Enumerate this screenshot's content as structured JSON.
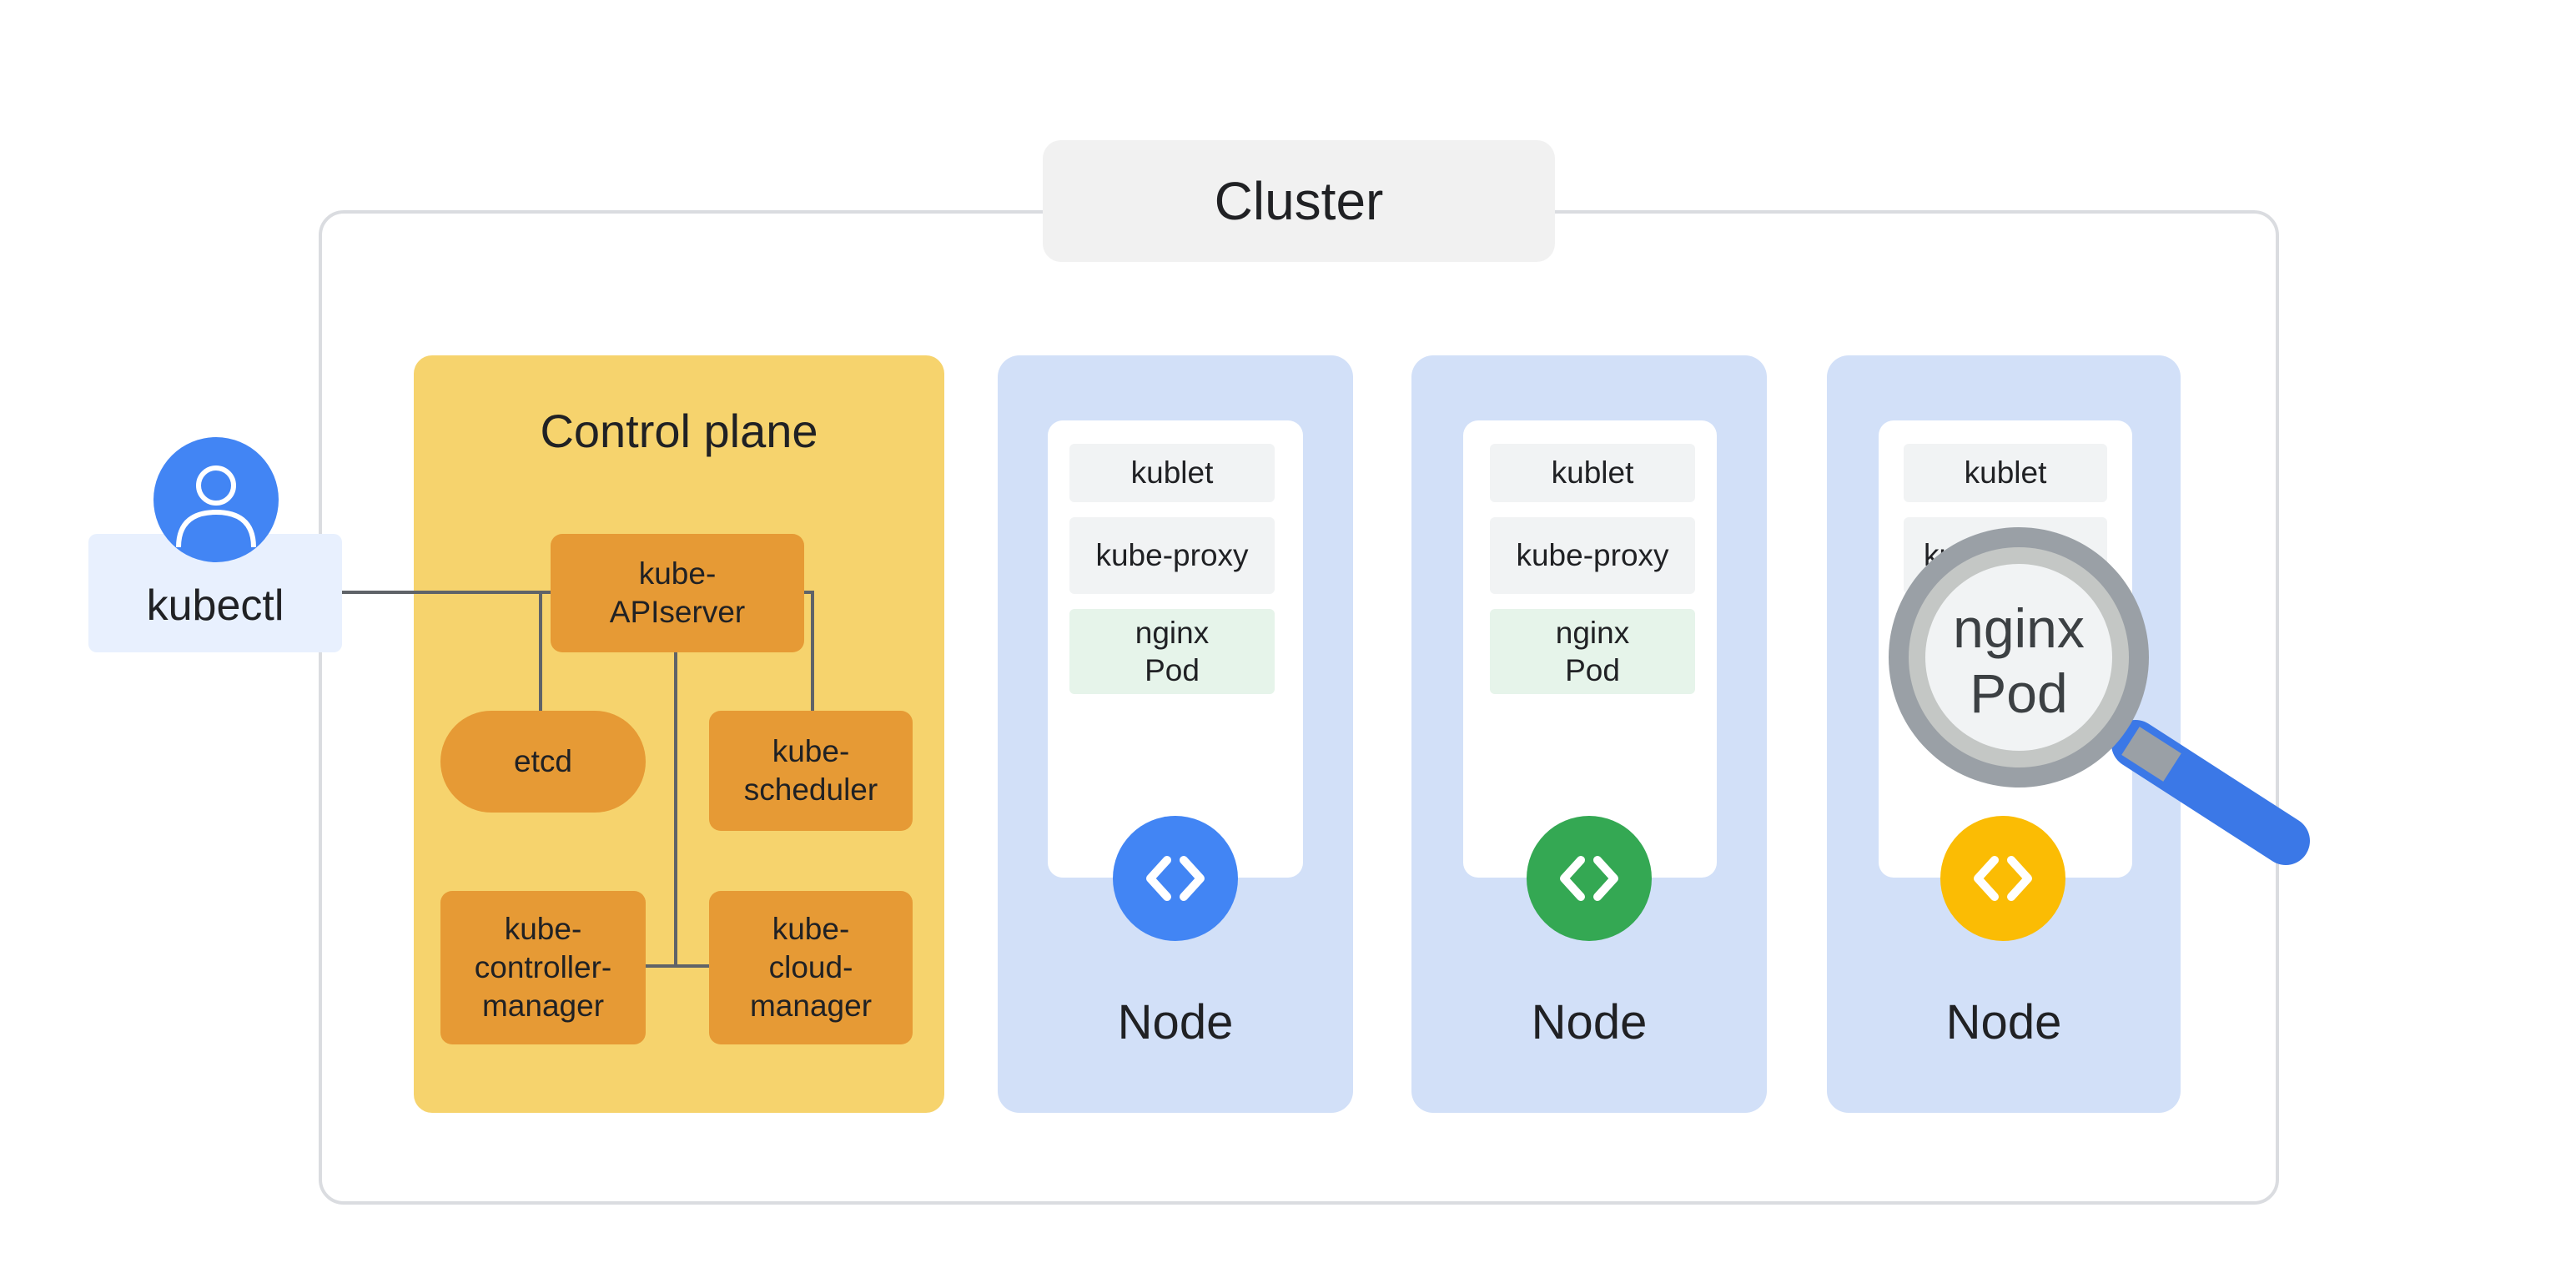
{
  "cluster": {
    "title": "Cluster"
  },
  "control_plane": {
    "title": "Control plane",
    "apiserver": "kube-\nAPIserver",
    "etcd": "etcd",
    "scheduler": "kube-\nscheduler",
    "controller_manager": "kube-\ncontroller-\nmanager",
    "cloud_manager": "kube-\ncloud-\nmanager"
  },
  "client": {
    "label": "kubectl",
    "icon": "user-avatar-icon"
  },
  "nodes": [
    {
      "label": "Node",
      "kublet": "kublet",
      "proxy": "kube-proxy",
      "pod": "nginx\nPod",
      "badge_color": "#4285f4",
      "icon": "code-brackets-icon"
    },
    {
      "label": "Node",
      "kublet": "kublet",
      "proxy": "kube-proxy",
      "pod": "nginx\nPod",
      "badge_color": "#34a853",
      "icon": "code-brackets-icon"
    },
    {
      "label": "Node",
      "kublet": "kublet",
      "proxy": "ku",
      "pod": "",
      "badge_color": "#fbbc04",
      "icon": "code-brackets-icon"
    }
  ],
  "magnifier": {
    "text": "nginx\nPod",
    "icon": "magnifying-glass-icon",
    "handle_color": "#4285f4"
  },
  "colors": {
    "control_plane_bg": "#f6d36d",
    "component_bg": "#e69a35",
    "node_bg": "#d2e0f8",
    "pod_bg": "#e6f4ea",
    "cluster_title_bg": "#f1f1f1"
  }
}
